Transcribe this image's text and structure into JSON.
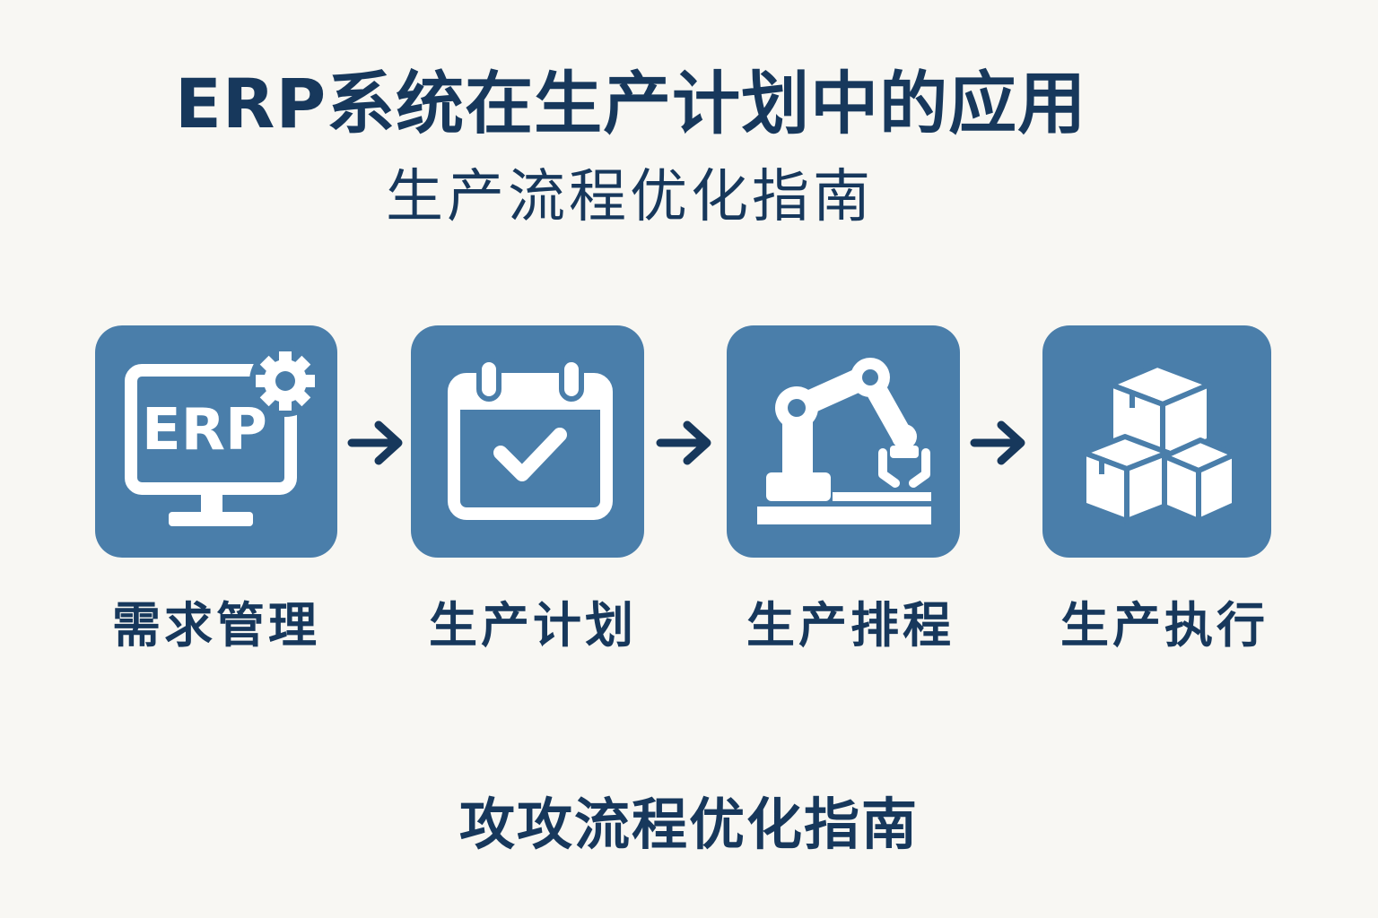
{
  "title": "ERP系统在生产计划中的应用",
  "subtitle": "生产流程优化指南",
  "steps": [
    {
      "label": "需求管理",
      "icon": "computer-erp-gear-icon",
      "icon_text": "ERP"
    },
    {
      "label": "生产计划",
      "icon": "calendar-check-icon"
    },
    {
      "label": "生产排程",
      "icon": "robotic-arm-icon"
    },
    {
      "label": "生产执行",
      "icon": "boxes-icon"
    }
  ],
  "footer": "攻攻流程优化指南",
  "colors": {
    "background": "#f8f7f3",
    "box": "#4a7eaa",
    "text": "#17385c",
    "icon": "#ffffff"
  }
}
